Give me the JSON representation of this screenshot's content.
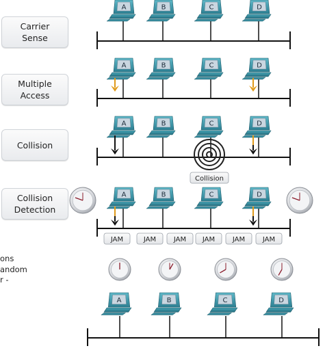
{
  "stages": [
    {
      "label": "Carrier\nSense"
    },
    {
      "label": "Multiple\nAccess"
    },
    {
      "label": "Collision"
    },
    {
      "label": "Collision\nDetection"
    }
  ],
  "computers": [
    "A",
    "B",
    "C",
    "D"
  ],
  "collision_label": "Collision",
  "jam_labels": [
    "JAM",
    "JAM",
    "JAM",
    "JAM",
    "JAM",
    "JAM"
  ],
  "backoff_text": "ons\nandom\nr -",
  "colors": {
    "bus": "#111111",
    "arrow_orange": "#e09a1a",
    "arrow_black": "#111111",
    "monitor_frame": "#3f9cae",
    "screen": "#c9d6e0"
  },
  "icons": {
    "computer": "desktop-computer-icon",
    "clock": "clock-icon",
    "collision": "collision-rings-icon"
  }
}
